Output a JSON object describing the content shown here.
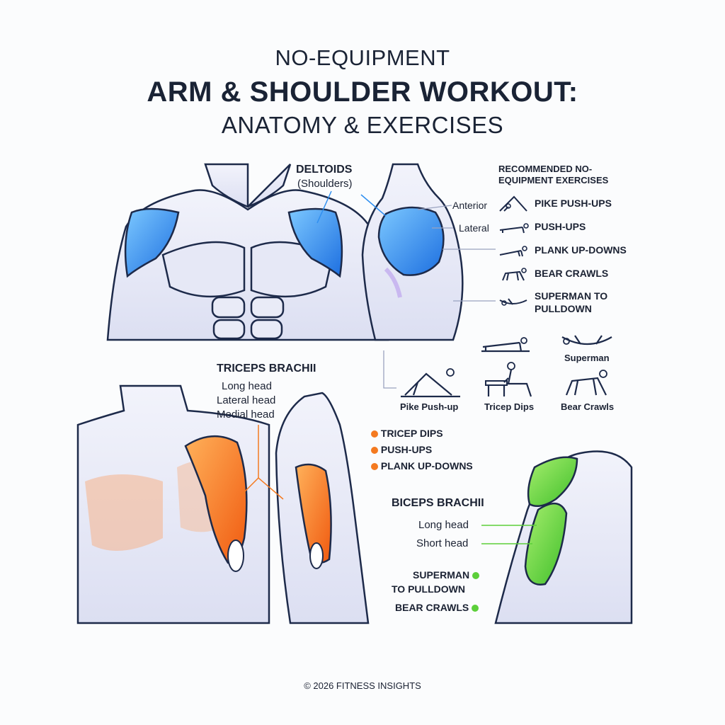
{
  "title": {
    "line1": "NO-EQUIPMENT",
    "line2": "ARM & SHOULDER WORKOUT:",
    "line3": "ANATOMY & EXERCISES"
  },
  "deltoids": {
    "name": "DELTOIDS",
    "subtitle": "(Shoulders)",
    "anterior": "Anterior",
    "lateral": "Lateral",
    "color": "#2f8ff0"
  },
  "recommended": {
    "heading_line1": "RECOMMENDED NO-",
    "heading_line2": "EQUIPMENT EXERCISES",
    "items": [
      "PIKE PUSH-UPS",
      "PUSH-UPS",
      "PLANK UP-DOWNS",
      "BEAR CRAWLS",
      "SUPERMAN TO",
      "PULLDOWN"
    ]
  },
  "gallery": {
    "superman": "Superman",
    "pike": "Pike Push-up",
    "dips": "Tricep Dips",
    "bear": "Bear Crawls"
  },
  "triceps": {
    "name": "TRICEPS BRACHII",
    "heads": [
      "Long head",
      "Lateral head",
      "Medial head"
    ],
    "exercises": [
      "TRICEP DIPS",
      "PUSH-UPS",
      "PLANK UP-DOWNS"
    ],
    "color": "#f47a20"
  },
  "biceps": {
    "name": "BICEPS BRACHII",
    "heads": [
      "Long head",
      "Short head"
    ],
    "exercises": [
      "SUPERMAN",
      "TO PULLDOWN",
      "BEAR CRAWLS"
    ],
    "color": "#5ccf3a"
  },
  "footer": "© 2026 FITNESS INSIGHTS"
}
